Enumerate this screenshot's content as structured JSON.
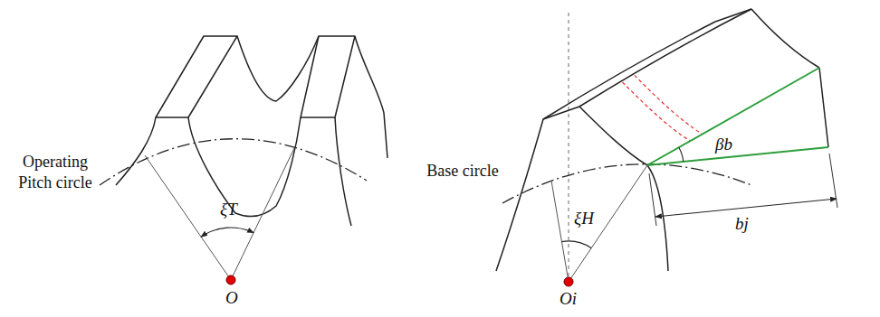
{
  "diagram": {
    "labels": [
      "Operating Pitch circle",
      "ξT",
      "O",
      "Base circle",
      "βb",
      "bj",
      "ξH",
      "Oi"
    ]
  }
}
